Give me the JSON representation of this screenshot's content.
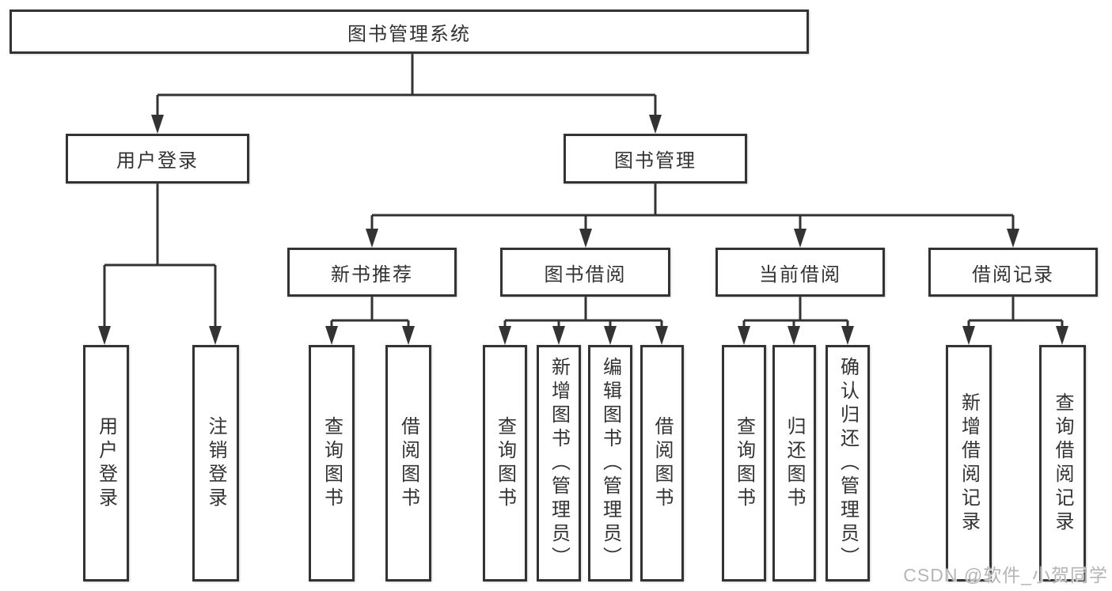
{
  "diagram": {
    "root": "图书管理系统",
    "branches": {
      "user_login": {
        "label": "用户登录",
        "children": [
          "用户登录",
          "注销登录"
        ]
      },
      "book_mgmt": {
        "label": "图书管理",
        "children": {
          "new_book_recommend": {
            "label": "新书推荐",
            "children": [
              "查询图书",
              "借阅图书"
            ]
          },
          "book_borrow": {
            "label": "图书借阅",
            "children": [
              "查询图书",
              "新增图书（管理员）",
              "编辑图书（管理员）",
              "借阅图书"
            ]
          },
          "current_borrow": {
            "label": "当前借阅",
            "children": [
              "查询图书",
              "归还图书",
              "确认归还（管理员）"
            ]
          },
          "borrow_records": {
            "label": "借阅记录",
            "children": [
              "新增借阅记录",
              "查询借阅记录"
            ]
          }
        }
      }
    }
  },
  "watermark": "CSDN @软件_小贺同学",
  "colors": {
    "line": "#333333",
    "text": "#333333",
    "box_fill": "#ffffff",
    "watermark": "#b5b5b5",
    "background": "#ffffff"
  }
}
